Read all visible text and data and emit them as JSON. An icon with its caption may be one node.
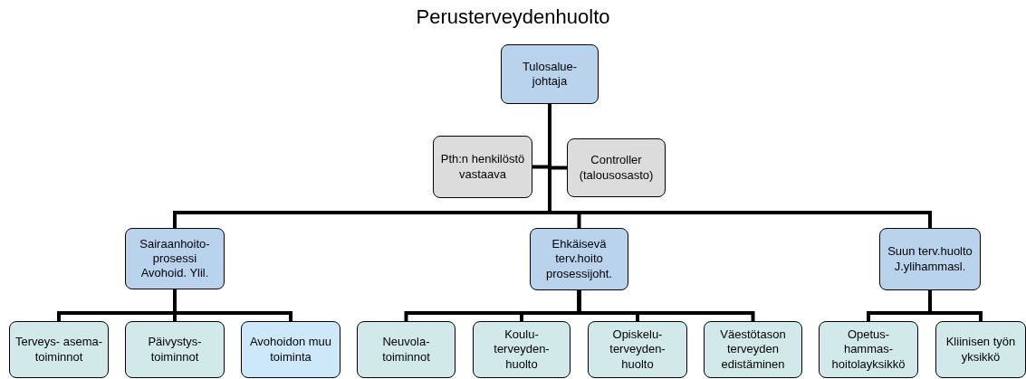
{
  "diagram": {
    "title": "Perusterveydenhuolto",
    "nodes": [
      {
        "text": [
          "Tulosalue- johtaja"
        ]
      },
      {
        "text": [
          "Pth:n henkilöstö vastaava"
        ]
      },
      {
        "text": [
          "Controller (talousosasto)"
        ]
      },
      {
        "text": [
          "Sairaanhoito- prosessi Avohoid. Ylil."
        ]
      },
      {
        "text": [
          "Ehkäisevä terv.hoito prosessijoht."
        ]
      },
      {
        "text": [
          "Suun terv.huolto J.ylihammasl."
        ]
      },
      {
        "text": [
          "Terveys- asema- toiminnot"
        ]
      },
      {
        "text": [
          "Päivystys- toiminnot"
        ]
      },
      {
        "text": [
          "Avohoidon muu toiminta"
        ]
      },
      {
        "text": [
          "Neuvola- toiminnot"
        ]
      },
      {
        "text": [
          "Koulu- terveyden- huolto"
        ]
      },
      {
        "text": [
          "Opiskelu- terveyden- huolto"
        ]
      },
      {
        "text": [
          "Väestötason terveyden edistäminen"
        ]
      },
      {
        "text": [
          "Opetus- hammas- hoitolayksikkö"
        ]
      },
      {
        "text": [
          "Kliinisen työn yksikkö"
        ]
      }
    ],
    "edges": [
      {
        "from": 0,
        "to": 1,
        "arrow": "none"
      },
      {
        "from": 0,
        "to": 2,
        "arrow": "none"
      },
      {
        "from": 0,
        "to": 3,
        "arrow": "none"
      },
      {
        "from": 0,
        "to": 4,
        "arrow": "none"
      },
      {
        "from": 0,
        "to": 5,
        "arrow": "none"
      },
      {
        "from": 3,
        "to": 6,
        "arrow": "none"
      },
      {
        "from": 3,
        "to": 7,
        "arrow": "none"
      },
      {
        "from": 3,
        "to": 8,
        "arrow": "none"
      },
      {
        "from": 4,
        "to": 9,
        "arrow": "none"
      },
      {
        "from": 4,
        "to": 10,
        "arrow": "none"
      },
      {
        "from": 4,
        "to": 11,
        "arrow": "none"
      },
      {
        "from": 4,
        "to": 12,
        "arrow": "none"
      },
      {
        "from": 5,
        "to": 13,
        "arrow": "none"
      },
      {
        "from": 5,
        "to": 14,
        "arrow": "none"
      }
    ]
  }
}
